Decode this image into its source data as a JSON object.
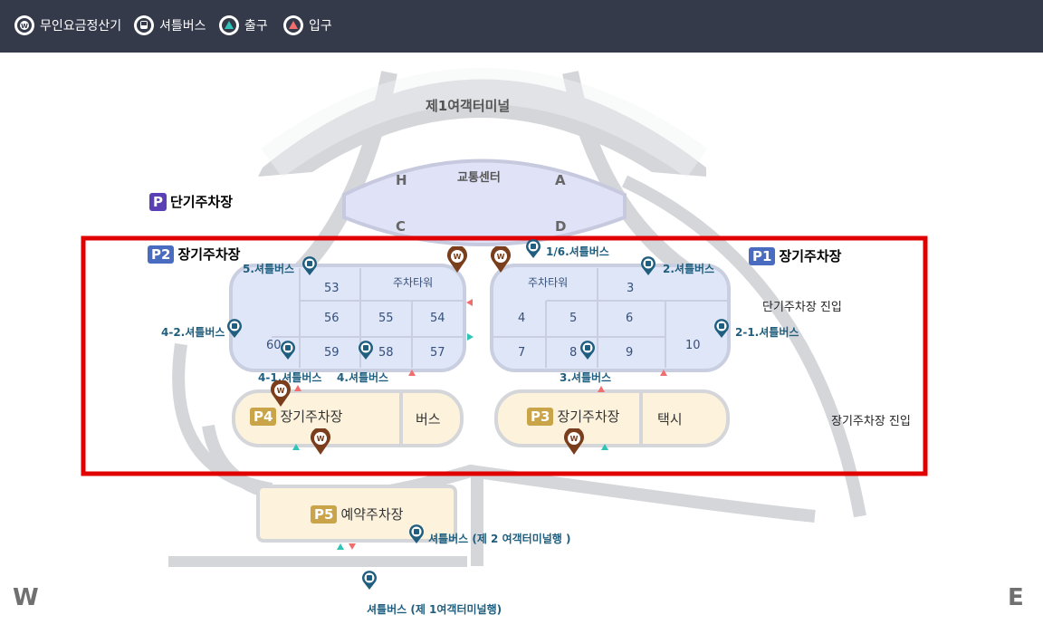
{
  "legend": {
    "items": [
      {
        "label": "무인요금정산기",
        "icon": "payment-machine-icon"
      },
      {
        "label": "셔틀버스",
        "icon": "bus-icon"
      },
      {
        "label": "출구",
        "icon": "exit-triangle-icon"
      },
      {
        "label": "입구",
        "icon": "entrance-triangle-icon"
      }
    ]
  },
  "map": {
    "terminal_label": "제1여객터미널",
    "transport_center_label": "교통센터",
    "gates": [
      "H",
      "A",
      "C",
      "D"
    ],
    "short_term": {
      "badge": "P",
      "label": "단기주차장"
    },
    "p1": {
      "badge": "P1",
      "label": "장기주차장"
    },
    "p2": {
      "badge": "P2",
      "label": "장기주차장"
    },
    "p3": {
      "badge": "P3",
      "label": "장기주차장",
      "bus": "택시"
    },
    "p4": {
      "badge": "P4",
      "label": "장기주차장",
      "bus": "버스"
    },
    "p5": {
      "badge": "P5",
      "label": "예약주차장"
    },
    "tower_labels": [
      "주차타워",
      "주차타워"
    ],
    "zones_left": [
      "53",
      "56",
      "55",
      "54",
      "60",
      "59",
      "58",
      "57"
    ],
    "zones_right": [
      "3",
      "4",
      "5",
      "6",
      "7",
      "8",
      "9",
      "10"
    ],
    "shuttle_stops": [
      "5.셔틀버스",
      "1/6.셔틀버스",
      "2.셔틀버스",
      "4-2.셔틀버스",
      "2-1.셔틀버스",
      "4-1.셔틀버스",
      "4.셔틀버스",
      "3.셔틀버스"
    ],
    "entry_short": "단기주차장 진입",
    "entry_long": "장기주차장 진입",
    "shuttle_t2": "셔틀버스 (제 2 여객터미널행 )",
    "shuttle_t1": "셔틀버스 (제 1여객터미널행)",
    "west": "W",
    "east": "E"
  },
  "colors": {
    "topbar": "#353a4b",
    "zone_fill": "#dfe6f8",
    "lot_fill": "#fdf3dc",
    "highlight": "#e00000",
    "p_blue": "#4a6cc0",
    "p_gold": "#c9a449",
    "p_purple": "#5b3fb5",
    "shuttle_teal": "#1f5e7e",
    "machine_brown": "#7a3e1c"
  }
}
